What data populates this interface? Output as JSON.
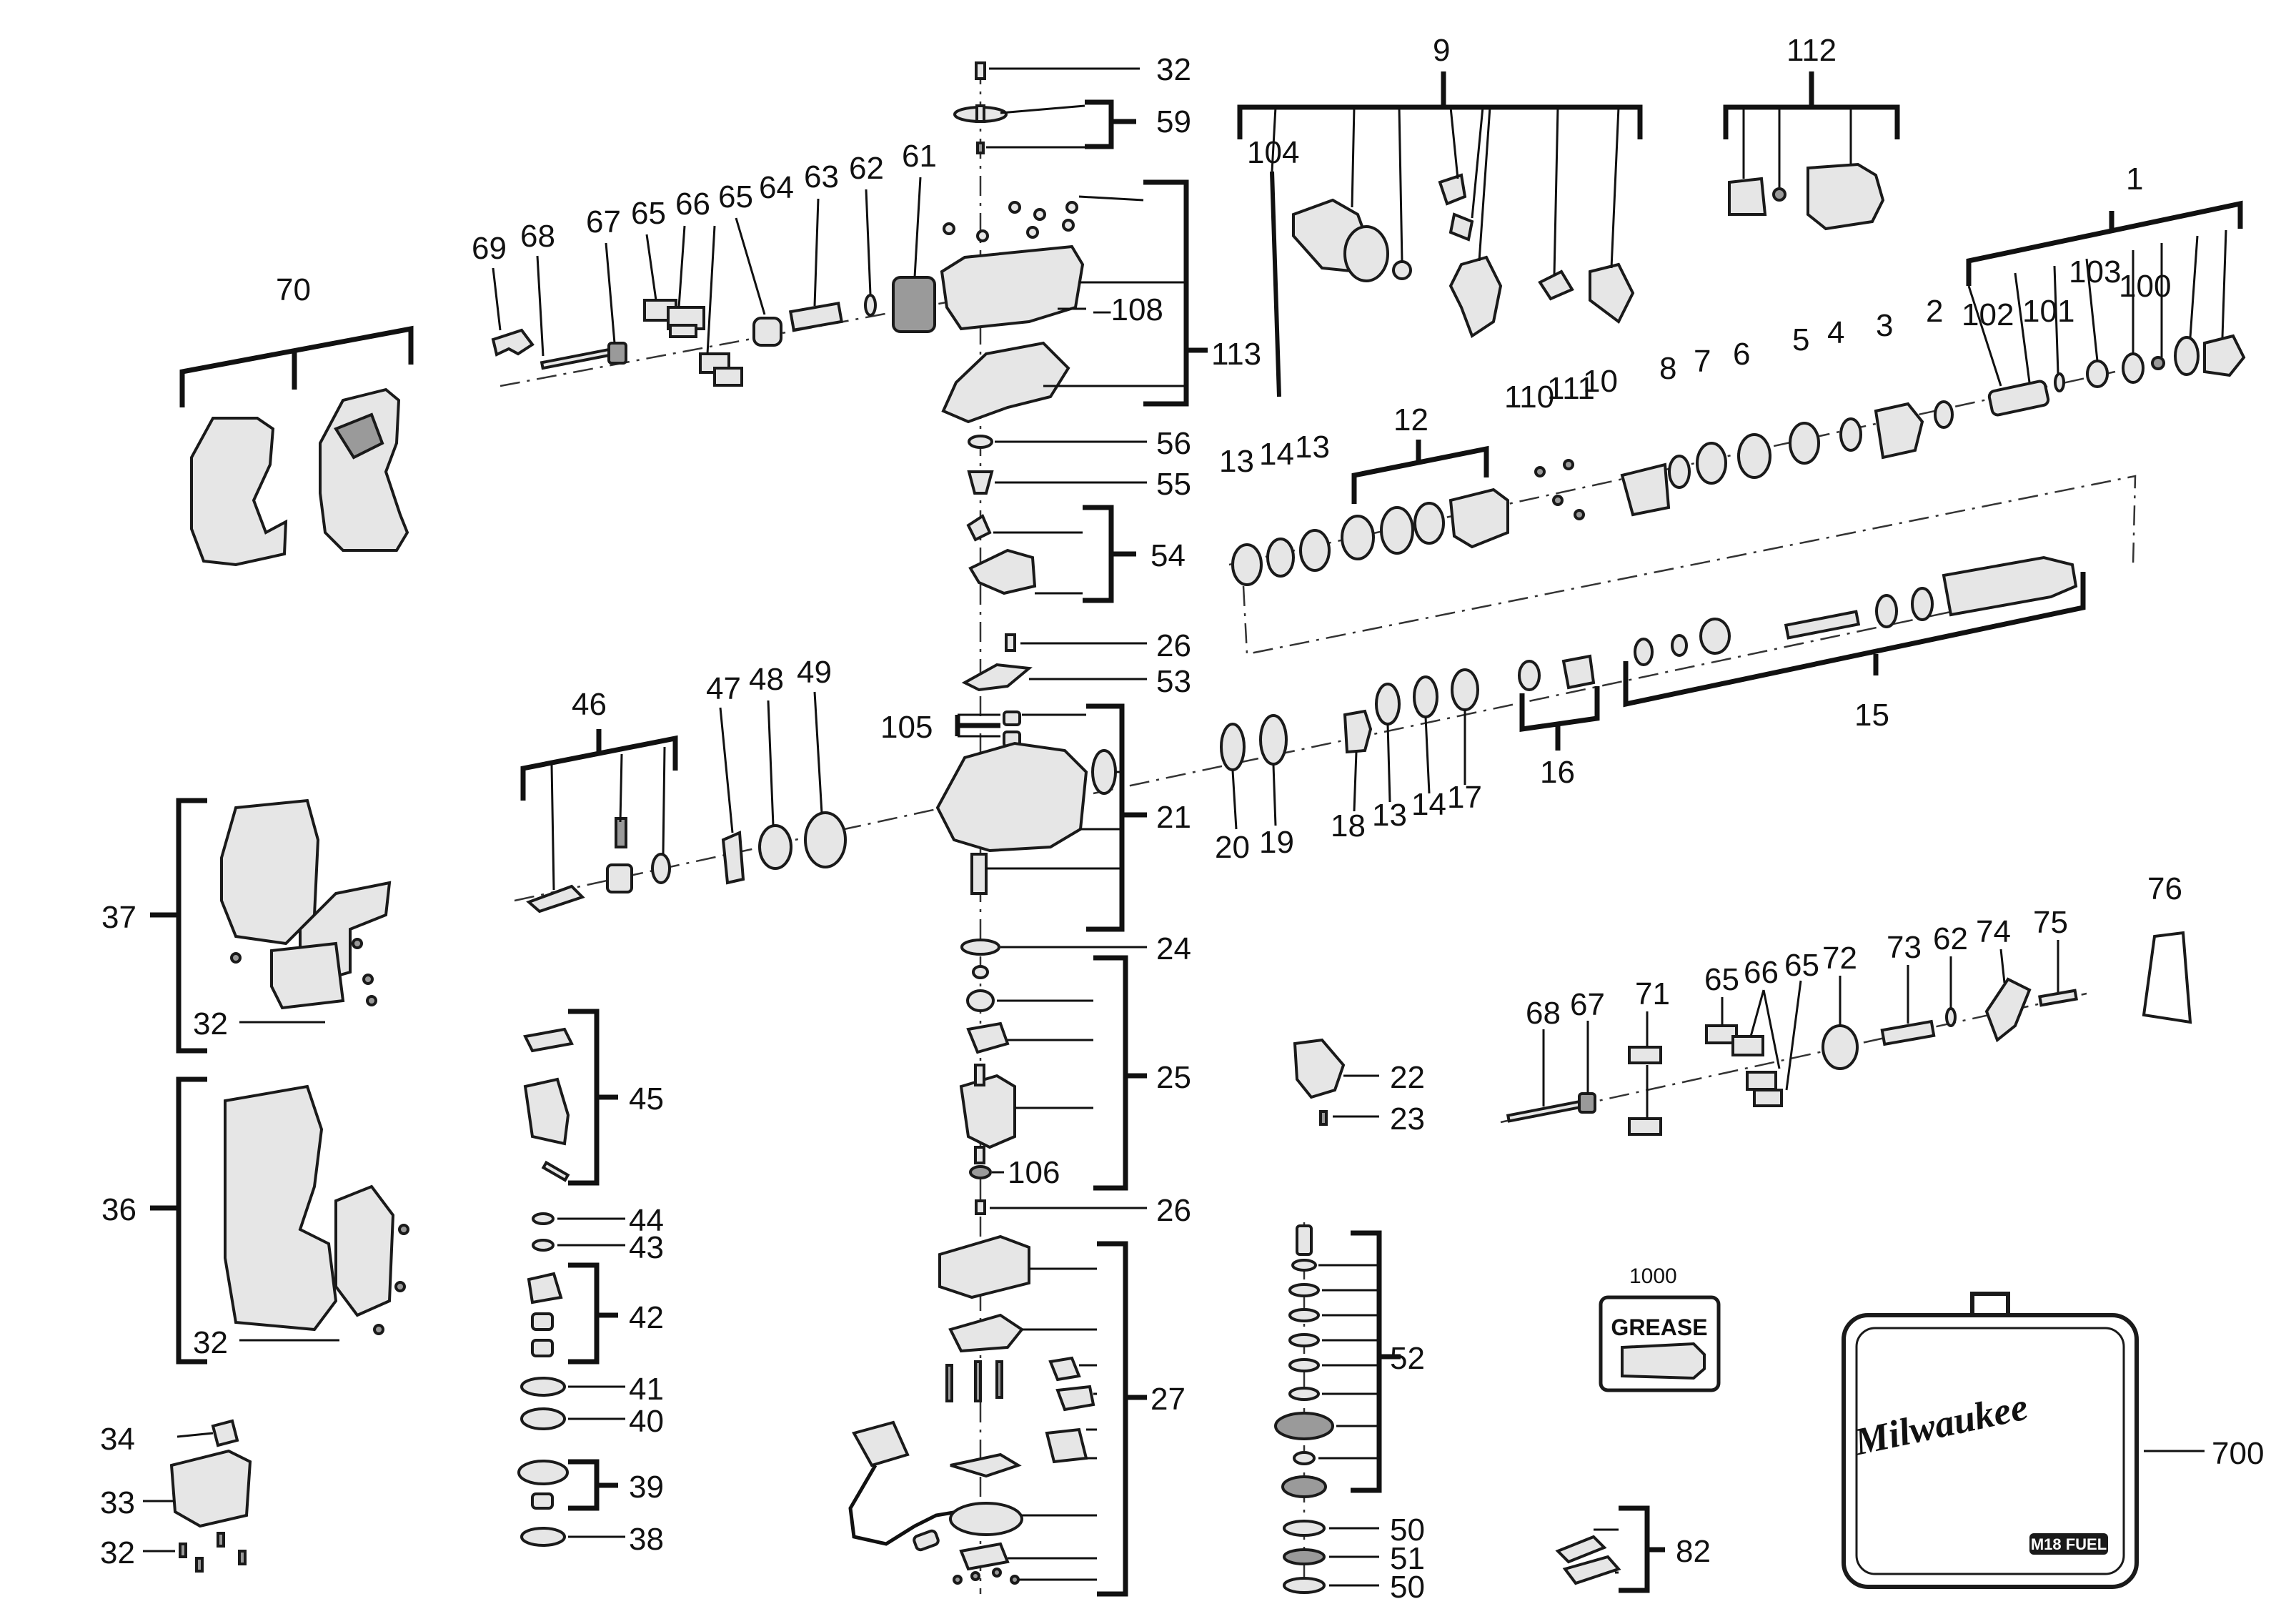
{
  "labels": {
    "l1": "1",
    "l2": "2",
    "l3": "3",
    "l4": "4",
    "l5": "5",
    "l6": "6",
    "l7": "7",
    "l8": "8",
    "l9": "9",
    "l10": "10",
    "l11": "11",
    "l12": "12",
    "l13a": "13",
    "l13b": "13",
    "l13c": "13",
    "l14a": "14",
    "l14b": "14",
    "l15": "15",
    "l16": "16",
    "l17": "17",
    "l18": "18",
    "l19": "19",
    "l20": "20",
    "l21": "21",
    "l22": "22",
    "l23": "23",
    "l24": "24",
    "l25": "25",
    "l26a": "26",
    "l26b": "26",
    "l27": "27",
    "l32a": "32",
    "l32b": "32",
    "l32c": "32",
    "l32d": "32",
    "l33": "33",
    "l34": "34",
    "l36": "36",
    "l37": "37",
    "l38": "38",
    "l39": "39",
    "l40": "40",
    "l41": "41",
    "l42": "42",
    "l43": "43",
    "l44": "44",
    "l45": "45",
    "l46": "46",
    "l47": "47",
    "l48": "48",
    "l49": "49",
    "l50a": "50",
    "l50b": "50",
    "l51": "51",
    "l52": "52",
    "l53": "53",
    "l54": "54",
    "l55": "55",
    "l56": "56",
    "l59": "59",
    "l61": "61",
    "l62a": "62",
    "l62b": "62",
    "l63": "63",
    "l64": "64",
    "l65a": "65",
    "l65b": "65",
    "l65c": "65",
    "l65d": "65",
    "l66a": "66",
    "l66b": "66",
    "l67a": "67",
    "l67b": "67",
    "l68a": "68",
    "l68b": "68",
    "l69": "69",
    "l70": "70",
    "l71": "71",
    "l72": "72",
    "l73": "73",
    "l74": "74",
    "l75": "75",
    "l76": "76",
    "l82": "82",
    "l100": "100",
    "l101": "101",
    "l102": "102",
    "l103": "103",
    "l104": "104",
    "l105": "105",
    "l106": "106",
    "l108": "108",
    "l110": "110",
    "l111": "111",
    "l112": "112",
    "l113": "113",
    "l700": "700",
    "l1000": "1000"
  },
  "grease_text": "GREASE",
  "case_logo_text": "Milwaukee",
  "case_badge_text": "M18 FUEL",
  "colors": {
    "ink": "#111111",
    "part_fill": "#e6e6e6",
    "part_dark": "#9a9a9a"
  }
}
